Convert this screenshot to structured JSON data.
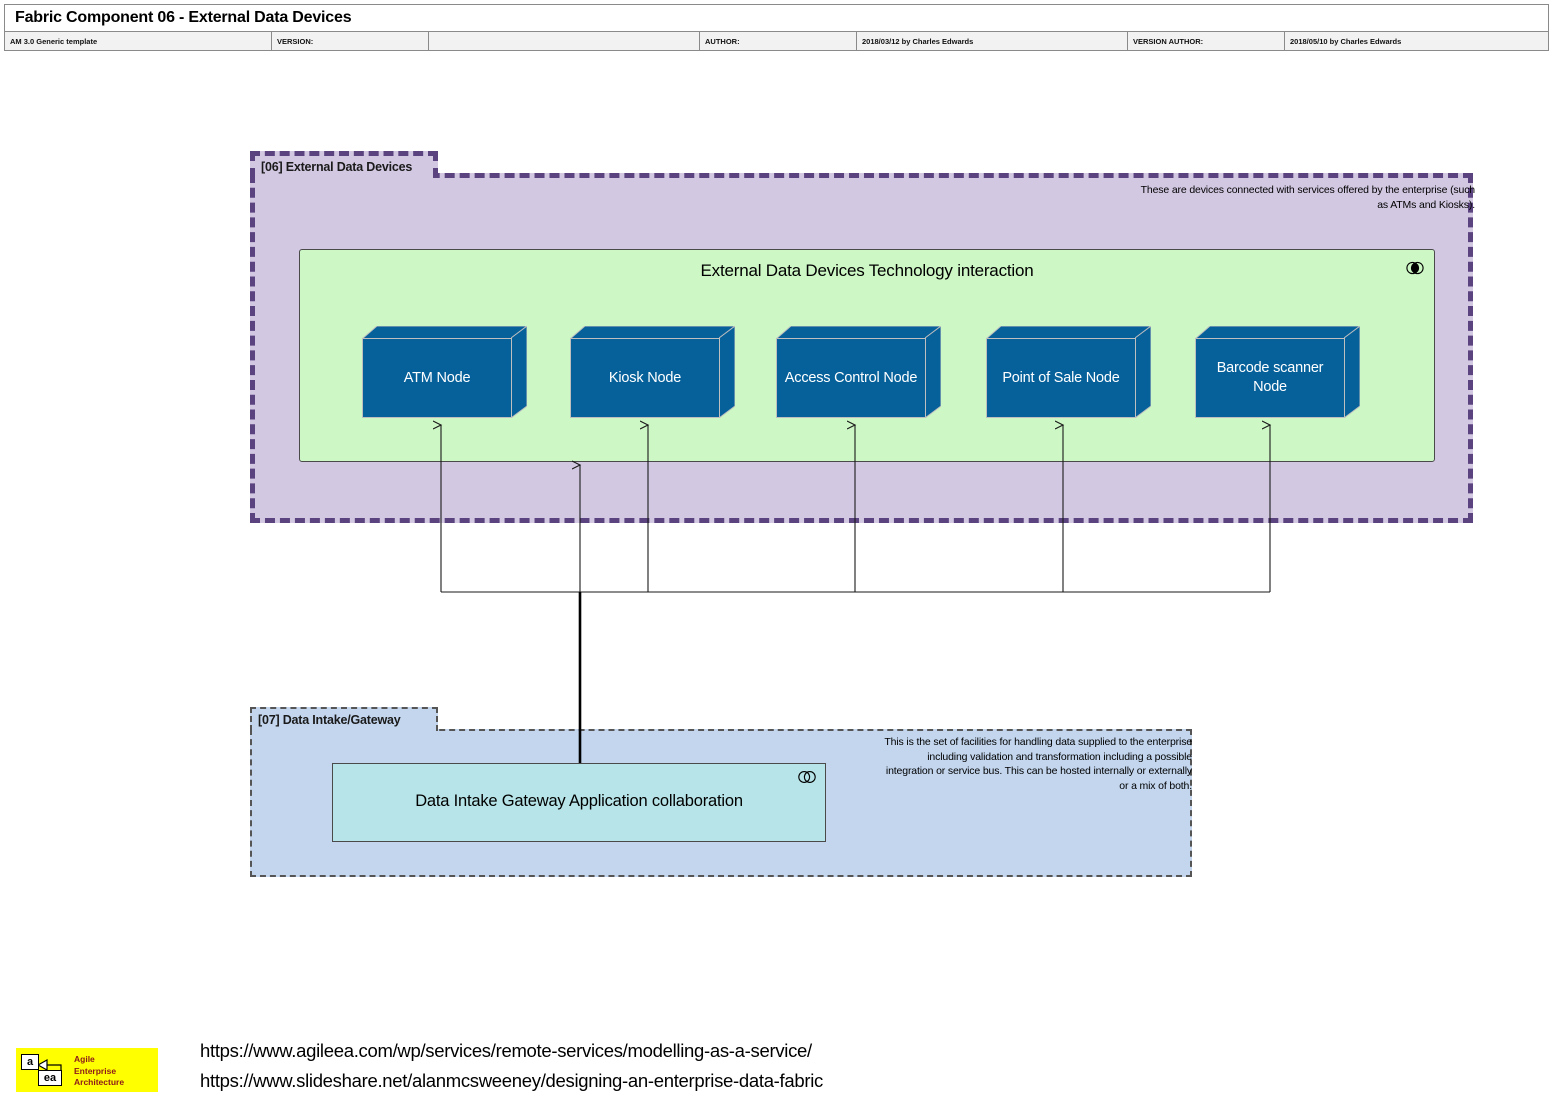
{
  "header": {
    "title": "Fabric Component 06 - External Data Devices",
    "meta_cells": [
      "AM 3.0 Generic template",
      "VERSION:",
      "",
      "AUTHOR:",
      "2018/03/12 by Charles Edwards",
      "VERSION AUTHOR:",
      "2018/05/10 by Charles Edwards"
    ]
  },
  "group06": {
    "label": "[06] External Data Devices",
    "note": "These are devices connected with services offered by the enterprise (such as ATMs and Kiosks).",
    "fill_color": "#d2c8e2",
    "border_color": "#5b4380"
  },
  "tech_interaction": {
    "title": "External Data Devices Technology interaction",
    "icon": "collaboration-icon",
    "fill_color": "#cdf7c5",
    "nodes": [
      {
        "label": "ATM Node"
      },
      {
        "label": "Kiosk Node"
      },
      {
        "label": "Access Control Node"
      },
      {
        "label": "Point of Sale Node"
      },
      {
        "label": "Barcode scanner Node"
      }
    ],
    "node_fill_color": "#06619b",
    "node_text_color": "#ffffff"
  },
  "group07": {
    "label": "[07] Data Intake/Gateway",
    "note": "This is the set of facilities for handling data supplied to the enterprise including validation and transformation including a possible integration or service bus. This can be hosted internally or externally or a mix of both.",
    "fill_color": "#c3d6ee",
    "border_color": "#555555"
  },
  "app_collaboration": {
    "label": "Data Intake Gateway Application collaboration",
    "icon": "collaboration-icon",
    "fill_color": "#b7e4e8"
  },
  "footer": {
    "logo": {
      "box_a": "a",
      "box_ea": "ea",
      "brand_line1": "Agile",
      "brand_line2": "Enterprise",
      "brand_line3": "Architecture",
      "background_color": "#ffff00",
      "brand_color": "#8b1a1a"
    },
    "urls": [
      "https://www.agileea.com/wp/services/remote-services/modelling-as-a-service/",
      "https://www.slideshare.net/alanmcsweeney/designing-an-enterprise-data-fabric"
    ]
  }
}
